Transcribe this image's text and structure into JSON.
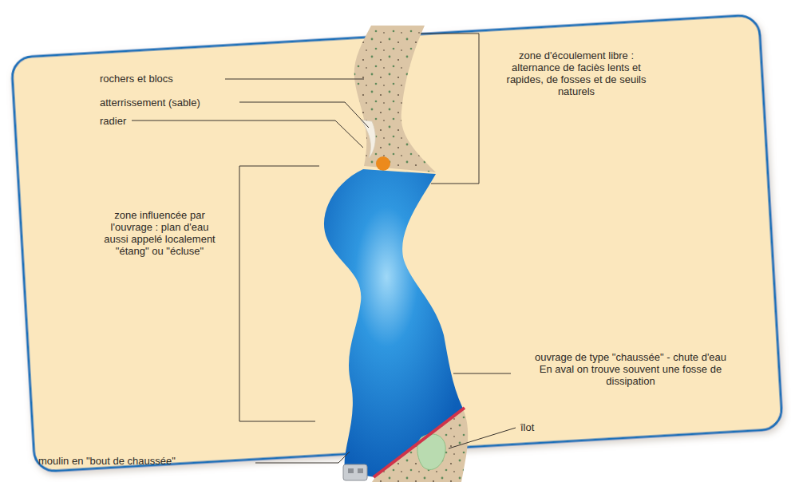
{
  "diagram": {
    "labels": [
      "rochers et blocs",
      "atterrissement (sable)",
      "radier",
      "zone d'écoulement libre : alternance de faciès lents et rapides, de fosses et de seuils naturels",
      "zone influencée par l'ouvrage : plan d'eau aussi appelé localement \"étang\" ou \"écluse\"",
      "ouvrage de type \"chaussée\" - chute d'eau En aval on trouve souvent une fosse de dissipation",
      "îlot",
      "moulin en \"bout de chaussée\""
    ]
  }
}
